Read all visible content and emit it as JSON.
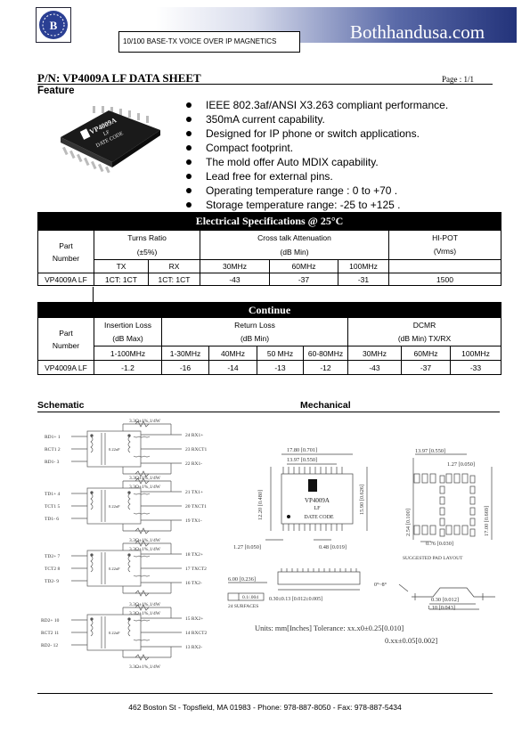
{
  "header": {
    "subtitle": "10/100 BASE-TX VOICE OVER IP MAGNETICS",
    "brand": "Bothhandusa.com"
  },
  "title": {
    "part_number": "P/N: VP4009A LF DATA SHEET",
    "page": "Page : 1/1"
  },
  "feature": {
    "heading": "Feature",
    "items": [
      "IEEE 802.3af/ANSI X3.263 compliant performance.",
      "350mA current capability.",
      "Designed for IP phone or switch applications.",
      "Compact footprint.",
      "The mold offer Auto MDIX capability.",
      "Lead free for external pins.",
      "Operating temperature range : 0      to +70    .",
      "Storage temperature range: -25      to +125    ."
    ],
    "chip_label_1": "VP4009A",
    "chip_label_2": "LF",
    "chip_label_3": "DATE CODE"
  },
  "table1": {
    "heading": "Electrical Specifications @ 25°C",
    "part_label": "Part\nNumber",
    "turns_ratio": "Turns Ratio",
    "turns_tol": "(±5%)",
    "crosstalk": "Cross talk Attenuation",
    "crosstalk_unit": "(dB Min)",
    "hipot": "HI-POT",
    "hipot_unit": "(Vrms)",
    "tx": "TX",
    "rx": "RX",
    "f30": "30MHz",
    "f60": "60MHz",
    "f100": "100MHz",
    "row": [
      "VP4009A LF",
      "1CT: 1CT",
      "1CT: 1CT",
      "-43",
      "-37",
      "-31",
      "1500"
    ]
  },
  "table2": {
    "heading": "Continue",
    "part_label": "Part\nNumber",
    "insertion": "Insertion Loss",
    "insertion_unit": "(dB Max)",
    "return": "Return Loss",
    "return_unit": "(dB Min)",
    "dcmr": "DCMR",
    "dcmr_unit": "(dB Min) TX/RX",
    "freqs": [
      "1-100MHz",
      "1-30MHz",
      "40MHz",
      "50 MHz",
      "60-80MHz",
      "30MHz",
      "60MHz",
      "100MHz"
    ],
    "row": [
      "VP4009A LF",
      "-1.2",
      "-16",
      "-14",
      "-13",
      "-12",
      "-43",
      "-37",
      "-33"
    ]
  },
  "schematic": {
    "heading": "Schematic",
    "resistor": "3.3Ω±1%,1/4W",
    "cap": "0.22uF",
    "left_pins": [
      "RD1+ 1",
      "RCT1 2",
      "RD1- 3",
      "TD1+ 4",
      "TCT1 5",
      "TD1- 6",
      "TD2+ 7",
      "TCT2 8",
      "TD2- 9",
      "RD2+ 10",
      "RCT2 11",
      "RD2- 12"
    ],
    "right_pins": [
      "24 RX1+",
      "23 RXCT1",
      "22 RX1-",
      "21 TX1+",
      "20 TXCT1",
      "19 TX1-",
      "18 TX2+",
      "17 TXCT2",
      "16 TX2-",
      "15 RX2+",
      "14 RXCT2",
      "13 RX2-"
    ]
  },
  "mechanical": {
    "heading": "Mechanical",
    "dim_1780": "17.80 [0.701]",
    "dim_1397a": "13.97 [0.550]",
    "dim_1397b": "13.97 [0.550]",
    "dim_127a": "1.27 [0.050]",
    "dim_127b": "1.27 [0.050]",
    "dim_1220": "12.20 [0.480]",
    "dim_1590": "15.90 [0.626]",
    "dim_1700": "17.00 [0.669]",
    "dim_254": "2.54 [0.100]",
    "dim_048": "0.48 [0.019]",
    "dim_076": "0.76 [0.030]",
    "dim_600": "6.00 [0.236]",
    "dim_030a": "0.30±0.13 [0.012±0.005]",
    "dim_030b": "0.30 [0.012]",
    "dim_110": "1.10 [0.043]",
    "angle": "0°~8°",
    "flatness": "0.1/.004",
    "surfaces": "24 SURFACES",
    "pad_layout": "SUGGESTED PAD LAYOUT",
    "units": "Units: mm[Inches]  Tolerance: xx.x0±0.25[0.010]",
    "units2": "0.xx±0.05[0.002]",
    "chip_label_1": "VP4009A",
    "chip_label_2": "LF",
    "chip_label_3": "DATE CODE"
  },
  "footer": "462 Boston St - Topsfield, MA 01983 - Phone: 978-887-8050 - Fax: 978-887-5434"
}
